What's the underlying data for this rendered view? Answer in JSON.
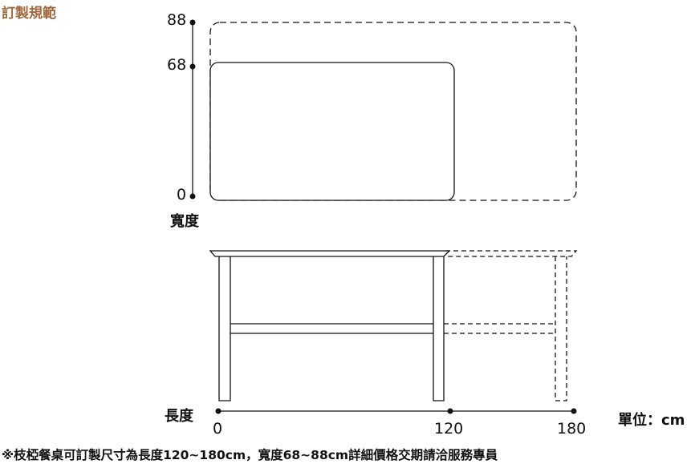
{
  "title": "訂製規範",
  "accent": "#a0683f",
  "width_axis": {
    "label": "寬度",
    "ticks": [
      "88",
      "68",
      "0"
    ]
  },
  "length_axis": {
    "label": "長度",
    "ticks": [
      "0",
      "120",
      "180"
    ]
  },
  "unit": "單位：cm",
  "note": "※枝椏餐桌可訂製尺寸為長度120~180cm，寬度68~88cm詳細價格交期請洽服務專員"
}
